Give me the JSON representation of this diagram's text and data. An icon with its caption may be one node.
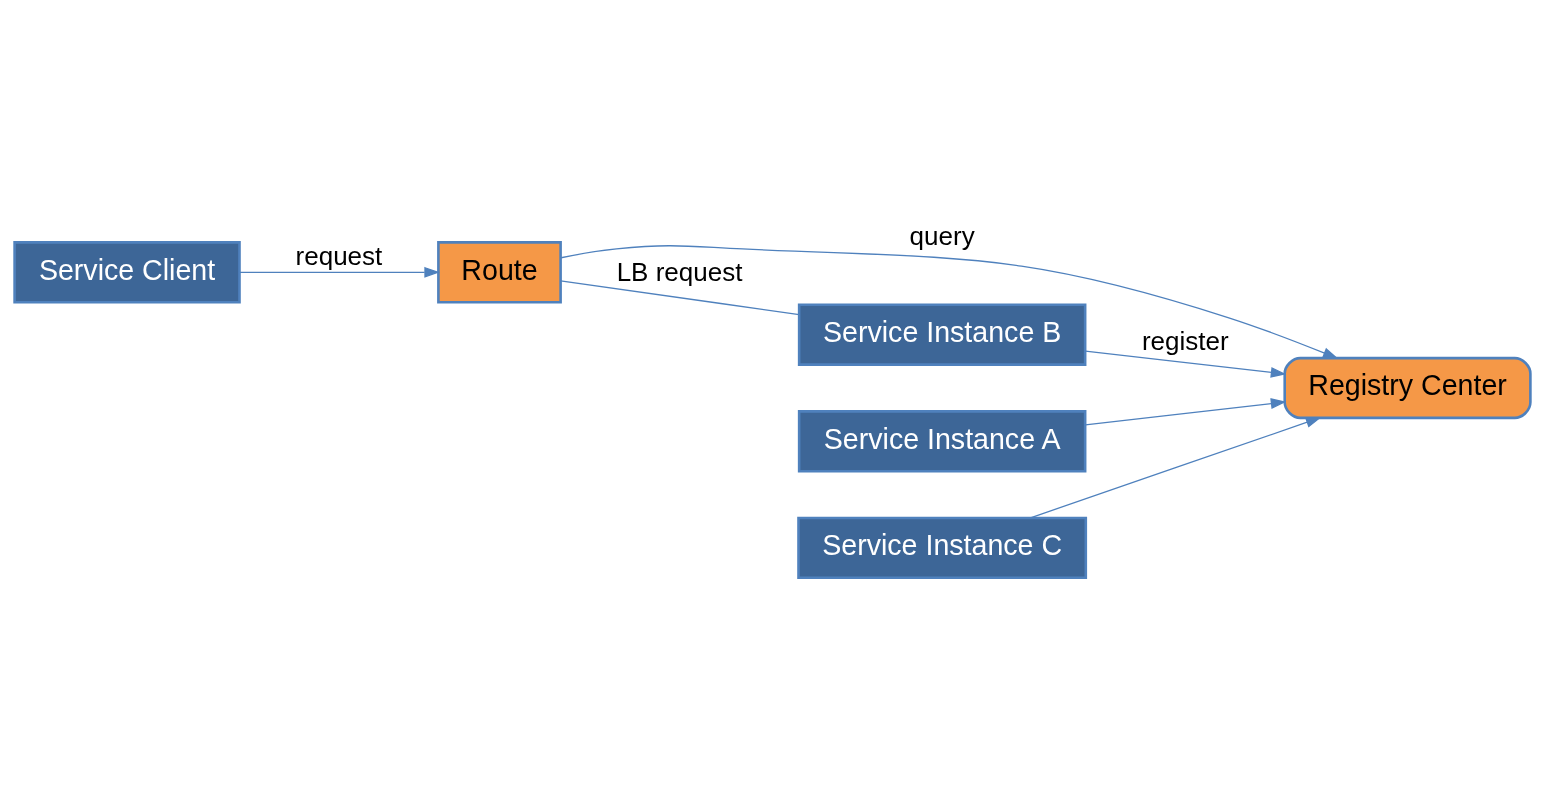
{
  "diagram": {
    "nodes": [
      {
        "text": [
          "Service Client"
        ]
      },
      {
        "text": [
          "Route"
        ]
      },
      {
        "text": [
          "Registry Center"
        ]
      },
      {
        "text": [
          "Service Instance A"
        ]
      },
      {
        "text": [
          "Service Instance B"
        ]
      },
      {
        "text": [
          "Service Instance C"
        ]
      }
    ],
    "edges": [
      {
        "from": 0,
        "to": 1,
        "arrow": "to",
        "label": "request"
      },
      {
        "from": 1,
        "to": 4,
        "arrow": "none",
        "label": "LB request"
      },
      {
        "from": 1,
        "to": 2,
        "arrow": "to",
        "label": "query"
      },
      {
        "from": 3,
        "to": 2,
        "arrow": "to"
      },
      {
        "from": 4,
        "to": 2,
        "arrow": "to",
        "label": "register"
      },
      {
        "from": 5,
        "to": 2,
        "arrow": "to"
      }
    ]
  }
}
